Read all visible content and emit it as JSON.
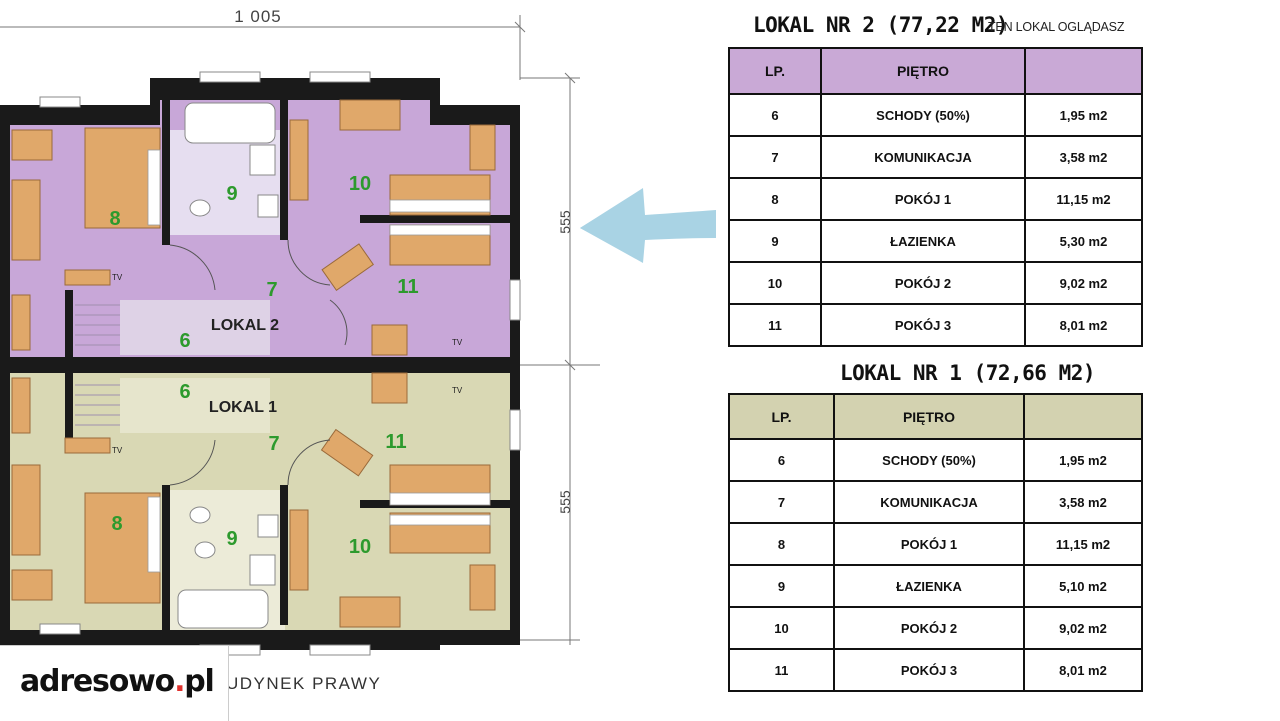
{
  "plan": {
    "dim_top": "1 005",
    "dim_right_upper": "555",
    "dim_right_lower": "555",
    "lokal2_label": "LOKAL 2",
    "lokal1_label": "LOKAL 1",
    "room_numbers_upper": [
      "8",
      "9",
      "10",
      "7",
      "11",
      "6"
    ],
    "room_numbers_lower": [
      "6",
      "7",
      "11",
      "8",
      "9",
      "10"
    ],
    "tv_label": "TV",
    "building_label": "UDYNEK PRAWY",
    "colors": {
      "lokal2": "#c8a7d8",
      "lokal1": "#d9d8b4",
      "wall": "#1a1a1a",
      "furniture": "#e0a86a",
      "room_number": "#2d9a2d",
      "arrow": "#a9d3e4"
    }
  },
  "lokal2": {
    "title": "LOKAL NR 2 (77,22 M2)",
    "note": "TEN LOKAL OGLĄDASZ",
    "headers": [
      "LP.",
      "PIĘTRO",
      ""
    ],
    "rows": [
      [
        "6",
        "SCHODY (50%)",
        "1,95 m2"
      ],
      [
        "7",
        "KOMUNIKACJA",
        "3,58 m2"
      ],
      [
        "8",
        "POKÓJ 1",
        "11,15 m2"
      ],
      [
        "9",
        "ŁAZIENKA",
        "5,30 m2"
      ],
      [
        "10",
        "POKÓJ 2",
        "9,02 m2"
      ],
      [
        "11",
        "POKÓJ 3",
        "8,01 m2"
      ]
    ]
  },
  "lokal1": {
    "title": "LOKAL NR 1 (72,66 M2)",
    "headers": [
      "LP.",
      "PIĘTRO",
      ""
    ],
    "rows": [
      [
        "6",
        "SCHODY (50%)",
        "1,95 m2"
      ],
      [
        "7",
        "KOMUNIKACJA",
        "3,58 m2"
      ],
      [
        "8",
        "POKÓJ 1",
        "11,15 m2"
      ],
      [
        "9",
        "ŁAZIENKA",
        "5,10 m2"
      ],
      [
        "10",
        "POKÓJ 2",
        "9,02 m2"
      ],
      [
        "11",
        "POKÓJ 3",
        "8,01 m2"
      ]
    ]
  },
  "logo": {
    "text_main": "adresowo",
    "text_dot": ".",
    "text_tld": "pl"
  }
}
